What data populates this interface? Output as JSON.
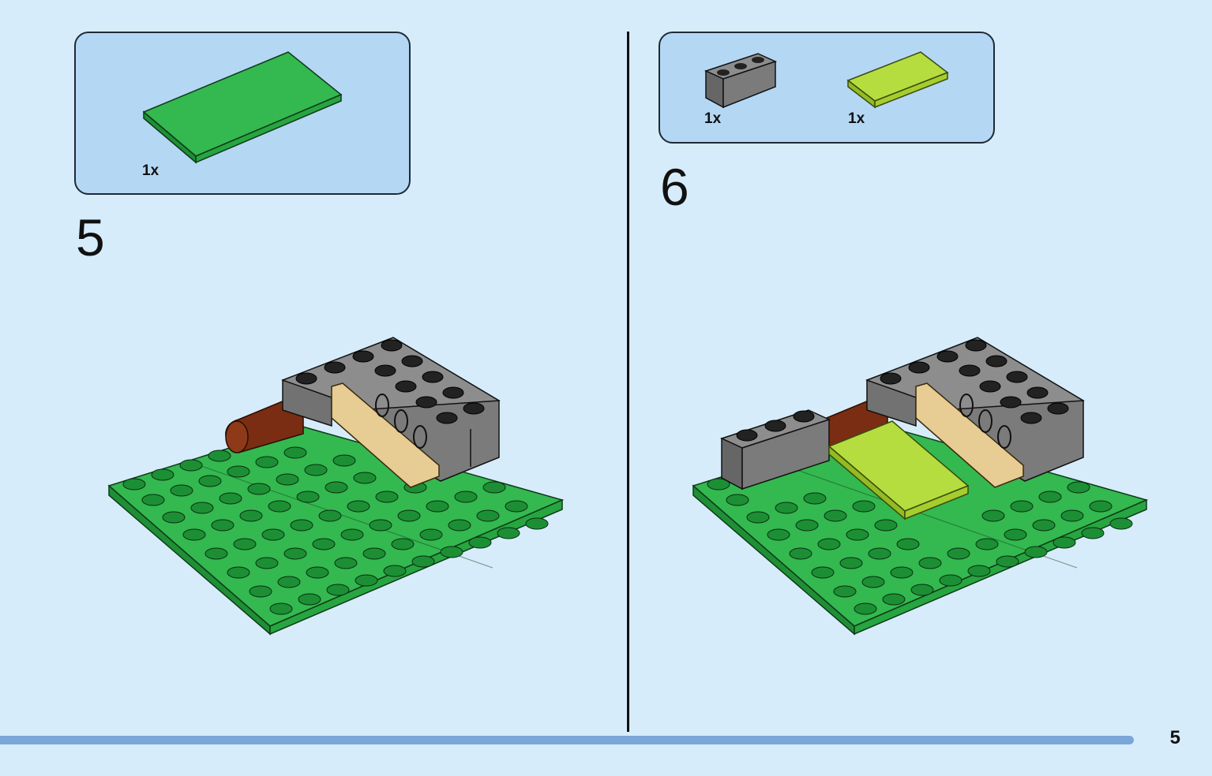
{
  "steps": [
    {
      "number": "5",
      "parts": [
        {
          "quantity": "1x",
          "part": "plate-4x8-green",
          "color": "#2fb24a"
        }
      ]
    },
    {
      "number": "6",
      "parts": [
        {
          "quantity": "1x",
          "part": "brick-1x3-dark-grey",
          "color": "#7b7b7b"
        },
        {
          "quantity": "1x",
          "part": "tile-2x4-lime",
          "color": "#b6dd3f"
        }
      ]
    }
  ],
  "page": {
    "number": "5"
  },
  "colors": {
    "background": "#d6ecfb",
    "parts_box": "#b4d7f4",
    "progress_bar": "#7aa7d8",
    "green": "#2fb24a",
    "dark_grey": "#7b7b7b",
    "tan": "#e7cc93",
    "brown": "#7a2d12",
    "lime": "#b6dd3f"
  }
}
